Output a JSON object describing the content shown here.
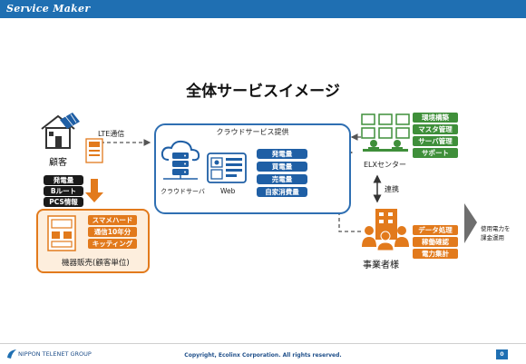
{
  "header": {
    "brand": "Service Maker"
  },
  "title": "全体サービスイメージ",
  "customer": {
    "label": "顧客",
    "comm_label": "LTE通信",
    "data_tags": [
      "発電量",
      "Bルート",
      "PCS情報"
    ]
  },
  "sales": {
    "label": "機器販売(顧客単位)",
    "tags": [
      "スマメハード",
      "通信10年分",
      "キッティング"
    ]
  },
  "cloud": {
    "title": "クラウドサービス提供",
    "server_label": "クラウドサーバ",
    "web_label": "Web",
    "tags": [
      "発電量",
      "買電量",
      "売電量",
      "自家消費量"
    ]
  },
  "elx": {
    "label": "ELXセンター",
    "tags": [
      "環境構築",
      "マスタ管理",
      "サーバ管理",
      "サポート"
    ]
  },
  "link_label": "連携",
  "operator": {
    "label": "事業者様",
    "tags": [
      "データ処理",
      "稼働確認",
      "電力集計"
    ]
  },
  "billing": {
    "label_line1": "使用電力を",
    "label_line2": "課金運用"
  },
  "footer": {
    "logo": "NIPPON TELENET GROUP",
    "copyright": "Copyright, Ecolinx Corporation. All rights reserved.",
    "page": "0"
  },
  "colors": {
    "blue": "#1f5fa5",
    "green": "#3f8f3a",
    "orange": "#e27a1c"
  }
}
